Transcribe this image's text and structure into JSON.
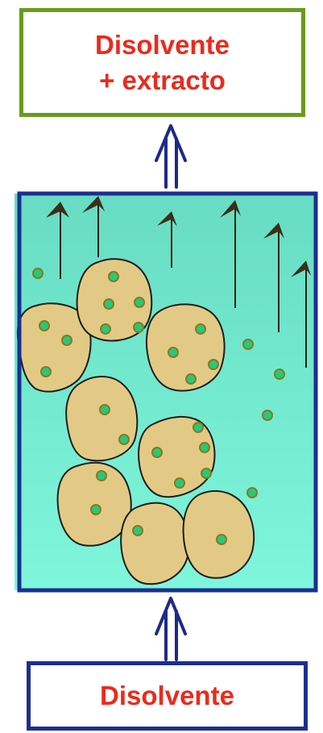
{
  "top_box": {
    "line1": "Disolvente",
    "line2": "+ extracto"
  },
  "bottom_box": {
    "label": "Disolvente"
  },
  "colors": {
    "top_border": "#6a9a1c",
    "bottom_border": "#1c2f8f",
    "label_text": "#ea2b1d",
    "vessel_top": "#67dcc3",
    "vessel_bottom": "#7ff6dc",
    "particle_fill": "#e2ca86",
    "dot_fill": "#26c87e",
    "arrow": "#1d2a8a"
  }
}
